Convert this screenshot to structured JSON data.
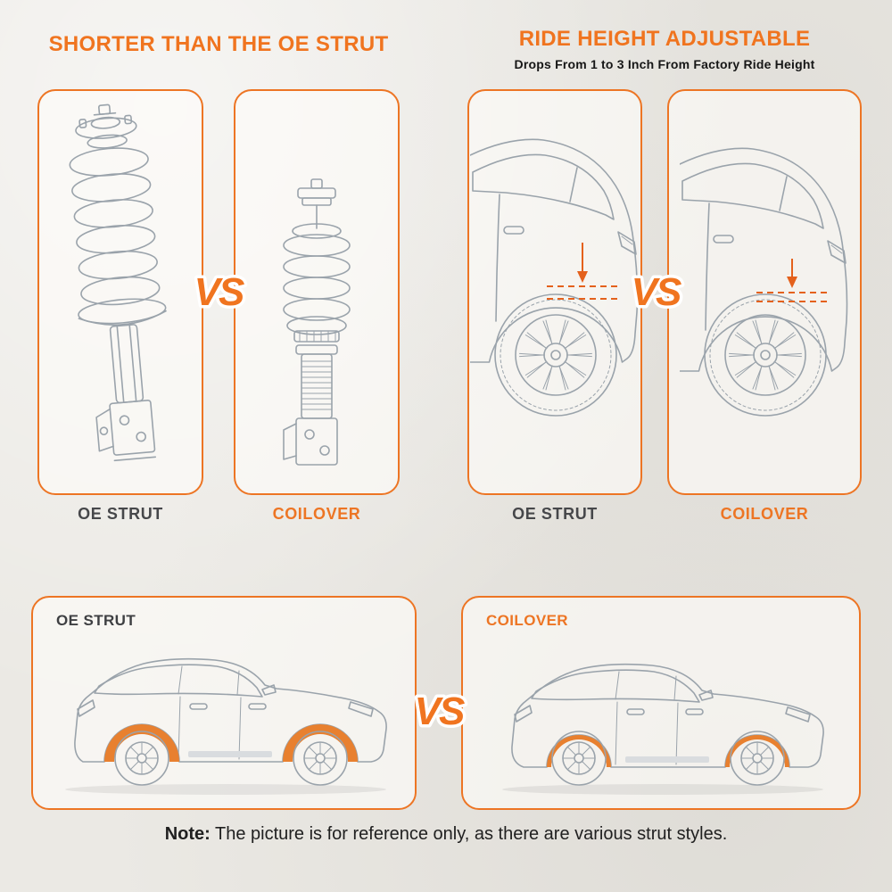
{
  "colors": {
    "accent_orange": "#F0741F",
    "panel_border": "#ED7524",
    "label_dark": "#46474A",
    "line_art_gray": "#9AA3AB",
    "background": "#EBE9E4",
    "indicator_orange": "#E4611C",
    "arch_highlight_orange": "#E8802F"
  },
  "section_shorter": {
    "title": "SHORTER THAN THE OE STRUT",
    "vs": "VS",
    "left_caption": "OE STRUT",
    "right_caption": "COILOVER"
  },
  "section_ride_height": {
    "title": "RIDE HEIGHT ADJUSTABLE",
    "subtitle": "Drops From 1 to 3 Inch From Factory Ride Height",
    "vs": "VS",
    "left_caption": "OE STRUT",
    "right_caption": "COILOVER"
  },
  "section_stance": {
    "vs": "VS",
    "left_label": "OE STRUT",
    "right_label": "COILOVER"
  },
  "note": {
    "prefix": "Note:",
    "text": " The picture is for reference only, as there are various strut styles."
  },
  "illustrations": {
    "oe_strut": "oe-strut-line-drawing",
    "coilover": "coilover-line-drawing",
    "suv_rear_oe": "suv-rear-quarter-factory-height",
    "suv_rear_coilover": "suv-rear-quarter-lowered",
    "suv_side_oe": "suv-side-factory-height",
    "suv_side_coilover": "suv-side-lowered"
  }
}
